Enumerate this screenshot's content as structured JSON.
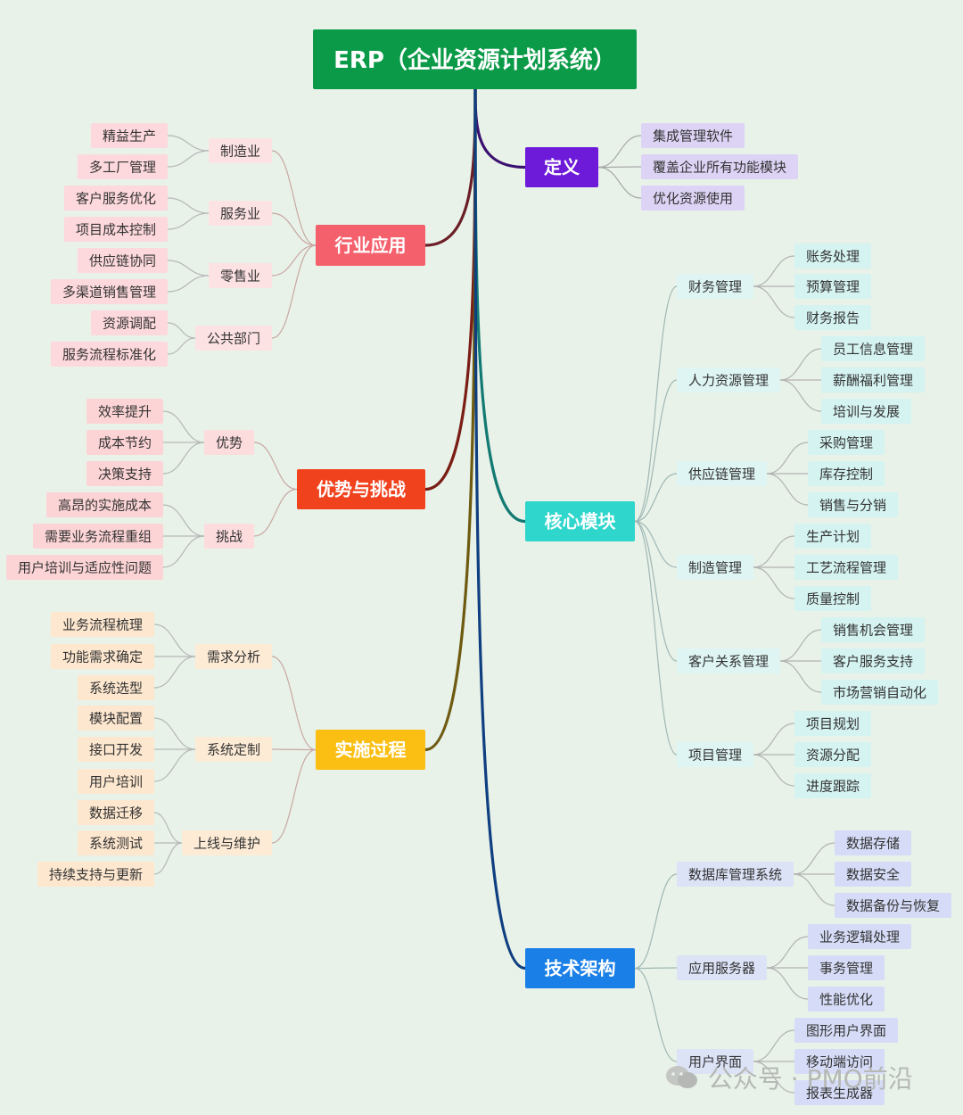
{
  "root": {
    "label": "ERP（企业资源计划系统）",
    "color": "#0b9a48"
  },
  "branches": {
    "industry": {
      "label": "行业应用",
      "color": "#f4616c",
      "groups": [
        {
          "label": "制造业",
          "items": [
            "精益生产",
            "多工厂管理"
          ]
        },
        {
          "label": "服务业",
          "items": [
            "客户服务优化",
            "项目成本控制"
          ]
        },
        {
          "label": "零售业",
          "items": [
            "供应链协同",
            "多渠道销售管理"
          ]
        },
        {
          "label": "公共部门",
          "items": [
            "资源调配",
            "服务流程标准化"
          ]
        }
      ]
    },
    "advantage": {
      "label": "优势与挑战",
      "color": "#f1421e",
      "groups": [
        {
          "label": "优势",
          "items": [
            "效率提升",
            "成本节约",
            "决策支持"
          ]
        },
        {
          "label": "挑战",
          "items": [
            "高昂的实施成本",
            "需要业务流程重组",
            "用户培训与适应性问题"
          ]
        }
      ]
    },
    "implementation": {
      "label": "实施过程",
      "color": "#fbbf14",
      "groups": [
        {
          "label": "需求分析",
          "items": [
            "业务流程梳理",
            "功能需求确定",
            "系统选型"
          ]
        },
        {
          "label": "系统定制",
          "items": [
            "模块配置",
            "接口开发",
            "用户培训"
          ]
        },
        {
          "label": "上线与维护",
          "items": [
            "数据迁移",
            "系统测试",
            "持续支持与更新"
          ]
        }
      ]
    },
    "definition": {
      "label": "定义",
      "color": "#6d1bd8",
      "items": [
        "集成管理软件",
        "覆盖企业所有功能模块",
        "优化资源使用"
      ]
    },
    "core": {
      "label": "核心模块",
      "color": "#2fd6cc",
      "groups": [
        {
          "label": "财务管理",
          "items": [
            "账务处理",
            "预算管理",
            "财务报告"
          ]
        },
        {
          "label": "人力资源管理",
          "items": [
            "员工信息管理",
            "薪酬福利管理",
            "培训与发展"
          ]
        },
        {
          "label": "供应链管理",
          "items": [
            "采购管理",
            "库存控制",
            "销售与分销"
          ]
        },
        {
          "label": "制造管理",
          "items": [
            "生产计划",
            "工艺流程管理",
            "质量控制"
          ]
        },
        {
          "label": "客户关系管理",
          "items": [
            "销售机会管理",
            "客户服务支持",
            "市场营销自动化"
          ]
        },
        {
          "label": "项目管理",
          "items": [
            "项目规划",
            "资源分配",
            "进度跟踪"
          ]
        }
      ]
    },
    "tech": {
      "label": "技术架构",
      "color": "#1a7fe6",
      "groups": [
        {
          "label": "数据库管理系统",
          "items": [
            "数据存储",
            "数据安全",
            "数据备份与恢复"
          ]
        },
        {
          "label": "应用服务器",
          "items": [
            "业务逻辑处理",
            "事务管理",
            "性能优化"
          ]
        },
        {
          "label": "用户界面",
          "items": [
            "图形用户界面",
            "移动端访问",
            "报表生成器"
          ]
        }
      ]
    }
  },
  "palette": {
    "industry_leaf": "#fdd8dc",
    "industry_mid": "#fde2e4",
    "advantage_leaf": "#fdd4d6",
    "advantage_mid": "#fddcde",
    "implementation_leaf": "#fde7cf",
    "implementation_mid": "#fdebd6",
    "definition_leaf": "#ddd3f5",
    "core_leaf": "#d4f3f1",
    "core_mid": "#def5f3",
    "tech_leaf": "#d6dcf7",
    "tech_mid": "#dde3f7"
  },
  "watermark": {
    "text": "公众号 · PMO前沿"
  }
}
